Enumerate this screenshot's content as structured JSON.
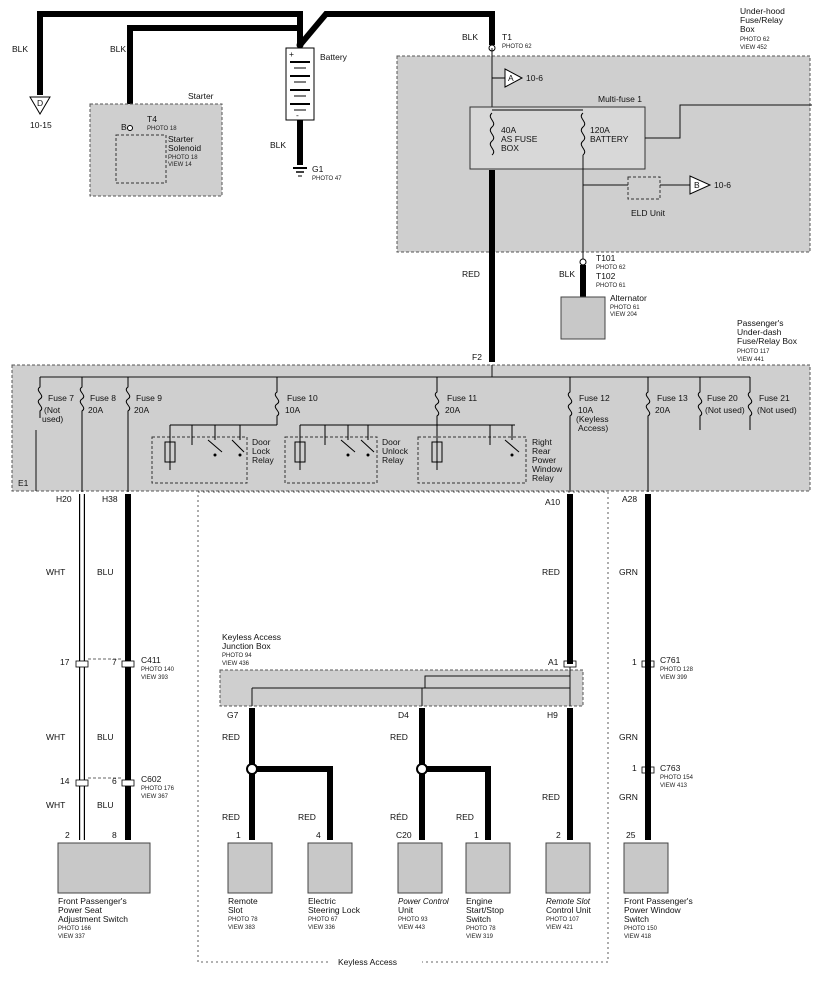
{
  "labels": {
    "blk1": "BLK",
    "blk2": "BLK",
    "blk3": "BLK",
    "blk4": "BLK",
    "blk5": "BLK",
    "d_ref": "D",
    "d_page": "10-15",
    "starter": "Starter",
    "b": "B",
    "t4": "T4",
    "t4_photo": "PHOTO 18",
    "starter_solenoid1": "Starter",
    "starter_solenoid2": "Solenoid",
    "starter_photo": "PHOTO 18",
    "starter_view": "VIEW 14",
    "battery": "Battery",
    "plus": "+",
    "minus": "-",
    "g1": "G1",
    "g1_photo": "PHOTO 47",
    "t1": "T1",
    "t1_photo": "PHOTO 62",
    "uh1": "Under-hood",
    "uh2": "Fuse/Relay",
    "uh3": "Box",
    "uh_photo": "PHOTO 62",
    "uh_view": "VIEW 452",
    "a_ref": "A",
    "a_page": "10-6",
    "multifuse": "Multi-fuse 1",
    "f40a": "40A",
    "f40b": "AS FUSE",
    "f40c": "BOX",
    "f120a": "120A",
    "f120b": "BATTERY",
    "b_ref": "B",
    "b_page": "10-6",
    "eld": "ELD Unit",
    "t101": "T101",
    "t101_photo": "PHOTO 62",
    "t102": "T102",
    "t102_photo": "PHOTO 61",
    "alternator": "Alternator",
    "alt_photo": "PHOTO 61",
    "alt_view": "VIEW 204",
    "red1": "RED",
    "f2": "F2",
    "pu1": "Passenger's",
    "pu2": "Under-dash",
    "pu3": "Fuse/Relay Box",
    "pu_photo": "PHOTO 117",
    "pu_view": "VIEW 441",
    "fuse7": "Fuse 7",
    "fuse7b": "(Not",
    "fuse7c": "used)",
    "fuse8": "Fuse 8",
    "fuse8b": "20A",
    "fuse9": "Fuse 9",
    "fuse9b": "20A",
    "fuse10": "Fuse 10",
    "fuse10b": "10A",
    "fuse11": "Fuse 11",
    "fuse11b": "20A",
    "fuse12": "Fuse 12",
    "fuse12b": "10A",
    "fuse12c": "(Keyless",
    "fuse12d": "Access)",
    "fuse13": "Fuse 13",
    "fuse13b": "20A",
    "fuse20": "Fuse 20",
    "fuse20b": "(Not used)",
    "fuse21": "Fuse 21",
    "fuse21b": "(Not used)",
    "dlr1": "Door",
    "dlr2": "Lock",
    "dlr3": "Relay",
    "dur1": "Door",
    "dur2": "Unlock",
    "dur3": "Relay",
    "rr1": "Right",
    "rr2": "Rear",
    "rr3": "Power",
    "rr4": "Window",
    "rr5": "Relay",
    "e1": "E1",
    "h20": "H20",
    "h38": "H38",
    "a10": "A10",
    "a28": "A28",
    "wht1": "WHT",
    "blu1": "BLU",
    "red2": "RED",
    "grn1": "GRN",
    "c17": "17",
    "c7": "7",
    "c411": "C411",
    "c411_photo": "PHOTO 140",
    "c411_view": "VIEW 393",
    "kaj1": "Keyless Access",
    "kaj2": "Junction Box",
    "kaj_photo": "PHOTO 94",
    "kaj_view": "VIEW 436",
    "a1": "A1",
    "c761_1": "1",
    "c761": "C761",
    "c761_photo": "PHOTO 128",
    "c761_view": "VIEW 399",
    "g7": "G7",
    "d4": "D4",
    "h9": "H9",
    "wht2": "WHT",
    "blu2": "BLU",
    "red3": "RED",
    "red4": "RED",
    "red5": "RED",
    "grn2": "GRN",
    "c14": "14",
    "c6": "6",
    "c602": "C602",
    "c602_photo": "PHOTO 176",
    "c602_view": "VIEW 367",
    "c763_1": "1",
    "c763": "C763",
    "c763_photo": "PHOTO 154",
    "c763_view": "VIEW 413",
    "wht3": "WHT",
    "blu3": "BLU",
    "red6": "RED",
    "red7": "RED",
    "red8": "RÉD",
    "red9": "RED",
    "grn3": "GRN",
    "p2": "2",
    "p8": "8",
    "p1a": "1",
    "p4": "4",
    "pc20": "C20",
    "p1b": "1",
    "p2b": "2",
    "p25": "25",
    "fps1": "Front Passenger's",
    "fps2": "Power Seat",
    "fps3": "Adjustment Switch",
    "fps_photo": "PHOTO 166",
    "fps_view": "VIEW 337",
    "rs1": "Remote",
    "rs2": "Slot",
    "rs_photo": "PHOTO 78",
    "rs_view": "VIEW 383",
    "esl1": "Electric",
    "esl2": "Steering Lock",
    "esl_photo": "PHOTO 67",
    "esl_view": "VIEW 336",
    "pcu1": "Power Control",
    "pcu2": "Unit",
    "pcu_photo": "PHOTO 93",
    "pcu_view": "VIEW 443",
    "ess1": "Engine",
    "ess2": "Start/Stop",
    "ess3": "Switch",
    "ess_photo": "PHOTO 78",
    "ess_view": "VIEW 319",
    "rscu1": "Remote Slot",
    "rscu2": "Control Unit",
    "rscu_photo": "PHOTO 107",
    "rscu_view": "VIEW 421",
    "fpw1": "Front Passenger's",
    "fpw2": "Power Window",
    "fpw3": "Switch",
    "fpw_photo": "PHOTO 150",
    "fpw_view": "VIEW 418",
    "keyless_access": "Keyless Access"
  }
}
